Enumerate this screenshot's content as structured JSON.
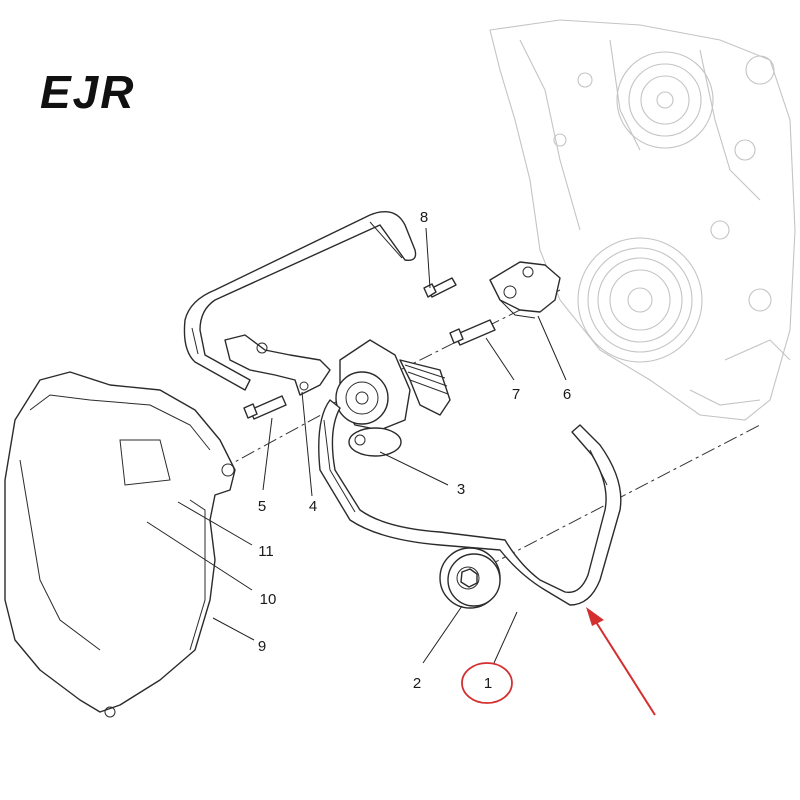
{
  "logo": {
    "text": "EJR"
  },
  "colors": {
    "highlight": "#d32f2f",
    "line": "#2b2b2b",
    "engine": "#c4c4c4"
  },
  "callouts": [
    {
      "id": "1",
      "text": "1",
      "highlighted": true
    },
    {
      "id": "2",
      "text": "2"
    },
    {
      "id": "3",
      "text": "3"
    },
    {
      "id": "4",
      "text": "4"
    },
    {
      "id": "5",
      "text": "5"
    },
    {
      "id": "6",
      "text": "6"
    },
    {
      "id": "7",
      "text": "7"
    },
    {
      "id": "8",
      "text": "8"
    },
    {
      "id": "9",
      "text": "9"
    },
    {
      "id": "10",
      "text": "10"
    },
    {
      "id": "11",
      "text": "11"
    }
  ]
}
